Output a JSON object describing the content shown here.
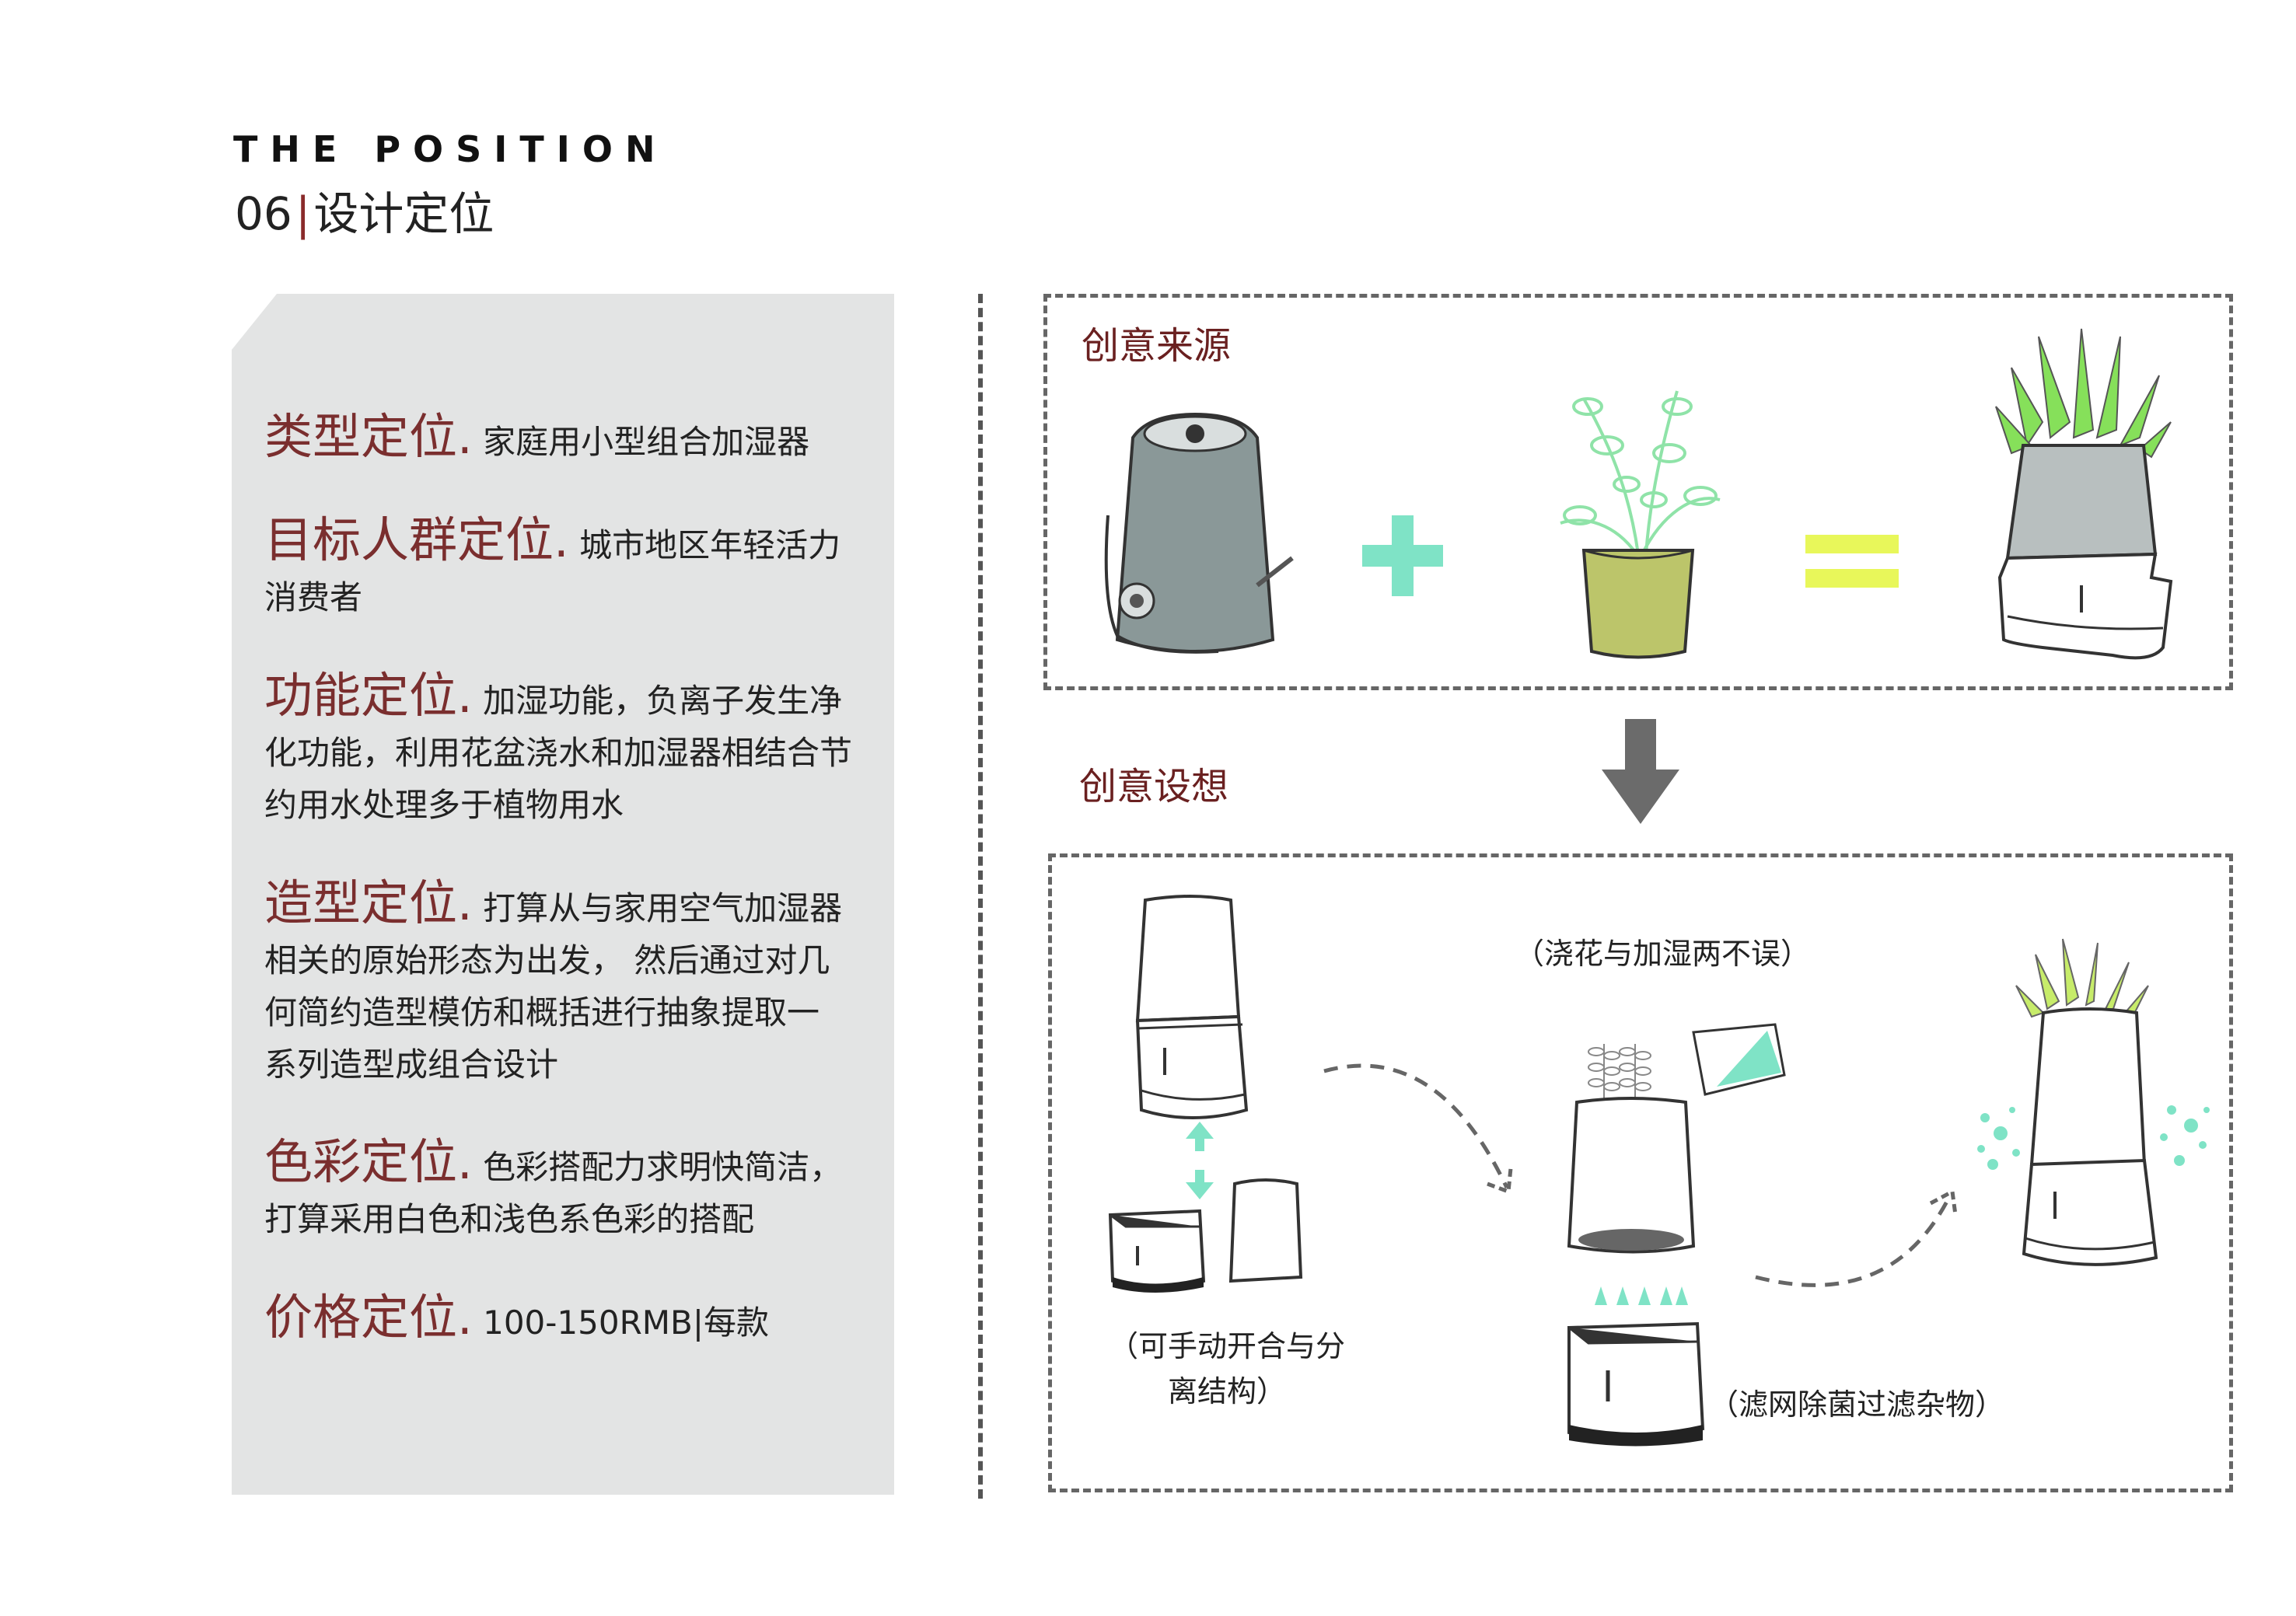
{
  "header": {
    "title_en": "THE POSITION",
    "number": "06",
    "separator": "|",
    "title_zh": "设计定位"
  },
  "positioning": [
    {
      "title": "类型定位",
      "lines": [
        "家庭用小型组合加湿器"
      ]
    },
    {
      "title": "目标人群定位",
      "lines": [
        "城市地区年轻活力",
        "消费者"
      ]
    },
    {
      "title": "功能定位",
      "lines": [
        "加湿功能，负离子发生净",
        "化功能，利用花盆浇水和加湿器相结合节",
        "约用水处理多于植物用水"
      ]
    },
    {
      "title": "造型定位",
      "lines": [
        "打算从与家用空气加湿器",
        "相关的原始形态为出发，  然后通过对几",
        "何简约造型模仿和概括进行抽象提取一",
        "系列造型成组合设计"
      ]
    },
    {
      "title": "色彩定位",
      "lines": [
        "色彩搭配力求明快简洁，",
        "打算采用白色和浅色系色彩的搭配"
      ]
    },
    {
      "title": "价格定位",
      "lines": [
        "100-150RMB|每款"
      ]
    }
  ],
  "title_dot": ".",
  "creative_source": {
    "title": "创意来源",
    "icons": [
      "humidifier-icon",
      "plus-icon",
      "potted-plant-icon",
      "equals-icon",
      "planter-humidifier-icon"
    ]
  },
  "creative_idea": {
    "title": "创意设想",
    "captions": {
      "top": "（浇花与加湿两不误）",
      "left": "（可手动开合与分离结构）",
      "bottom_right": "（滤网除菌过滤杂物）"
    }
  },
  "colors": {
    "accent_title": "#7a2e2e",
    "panel_bg": "#e3e4e4",
    "mint": "#7fe3c6",
    "lime": "#e8f75a",
    "plant_green": "#86e05a",
    "pot_olive": "#bcc56a",
    "humidifier_gray": "#8a9898",
    "planter_gray": "#b8bfbf",
    "arrow_gray": "#6b6b6b"
  }
}
